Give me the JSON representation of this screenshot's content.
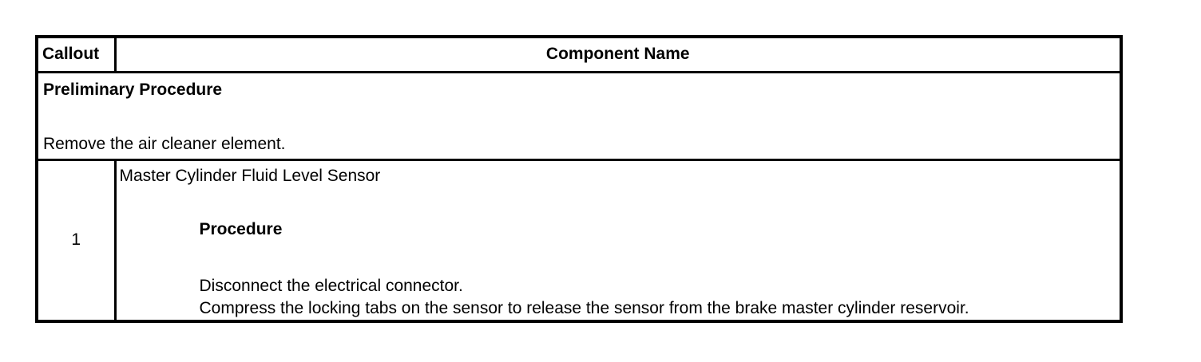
{
  "table": {
    "header": {
      "callout": "Callout",
      "component_name": "Component Name"
    },
    "preliminary": {
      "title": "Preliminary Procedure",
      "step": "Remove the air cleaner element."
    },
    "rows": [
      {
        "callout": "1",
        "component": "Master Cylinder Fluid Level Sensor",
        "procedure_title": "Procedure",
        "steps": [
          "Disconnect the electrical connector.",
          "Compress the locking tabs on the sensor to release the sensor from the brake master cylinder reservoir."
        ]
      }
    ]
  }
}
